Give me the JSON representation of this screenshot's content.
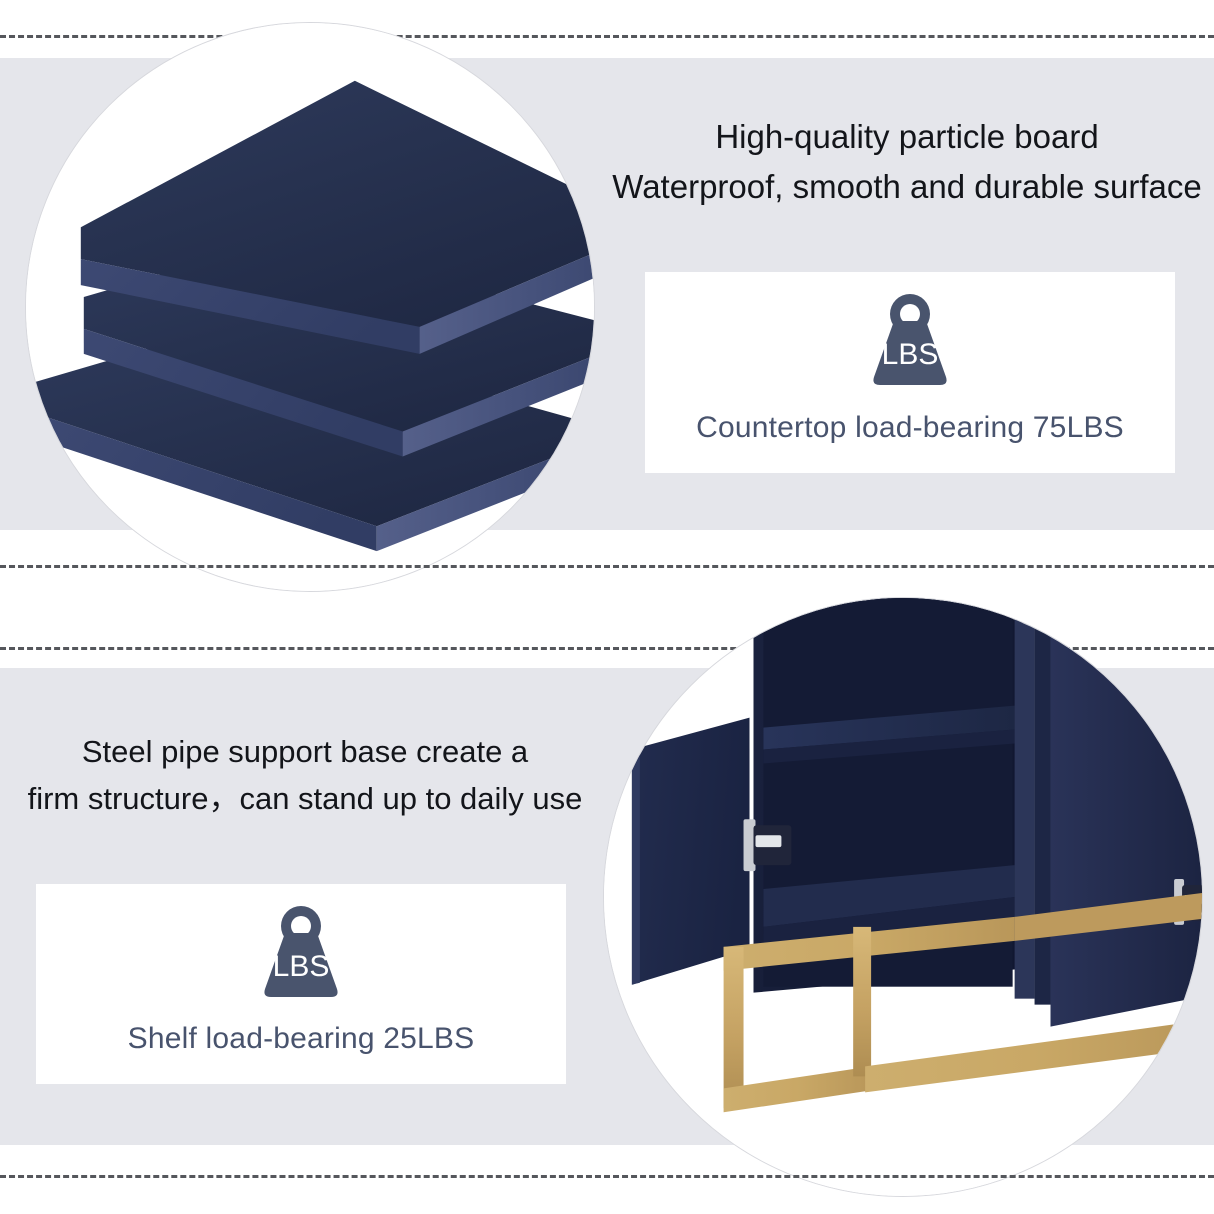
{
  "page": {
    "background_color": "#ffffff",
    "panel_color": "#e5e6eb",
    "card_color": "#ffffff",
    "heading_text_color": "#13151a",
    "caption_text_color": "#48536d",
    "icon_color": "#49546d",
    "navy_color": "#232e4d",
    "gold_color": "#c8a867",
    "divider_color": "#55575c"
  },
  "sections": {
    "top": {
      "headline": {
        "line1": "High-quality particle board",
        "line2": "Waterproof, smooth and durable surface"
      },
      "photo": {
        "alt_name": "stacked-particle-boards",
        "board_count": 3
      },
      "card": {
        "icon_name": "weight-lbs-icon",
        "icon_label": "LBS",
        "caption": "Countertop load-bearing 75LBS",
        "capacity_value": 75,
        "capacity_unit": "LBS"
      }
    },
    "bottom": {
      "headline": {
        "line1": "Steel pipe support base create a",
        "line2": "firm structure，can stand up to daily use"
      },
      "photo": {
        "alt_name": "navy-cabinet-with-gold-steel-base"
      },
      "card": {
        "icon_name": "weight-lbs-icon",
        "icon_label": "LBS",
        "caption": "Shelf load-bearing 25LBS",
        "capacity_value": 25,
        "capacity_unit": "LBS"
      }
    }
  }
}
